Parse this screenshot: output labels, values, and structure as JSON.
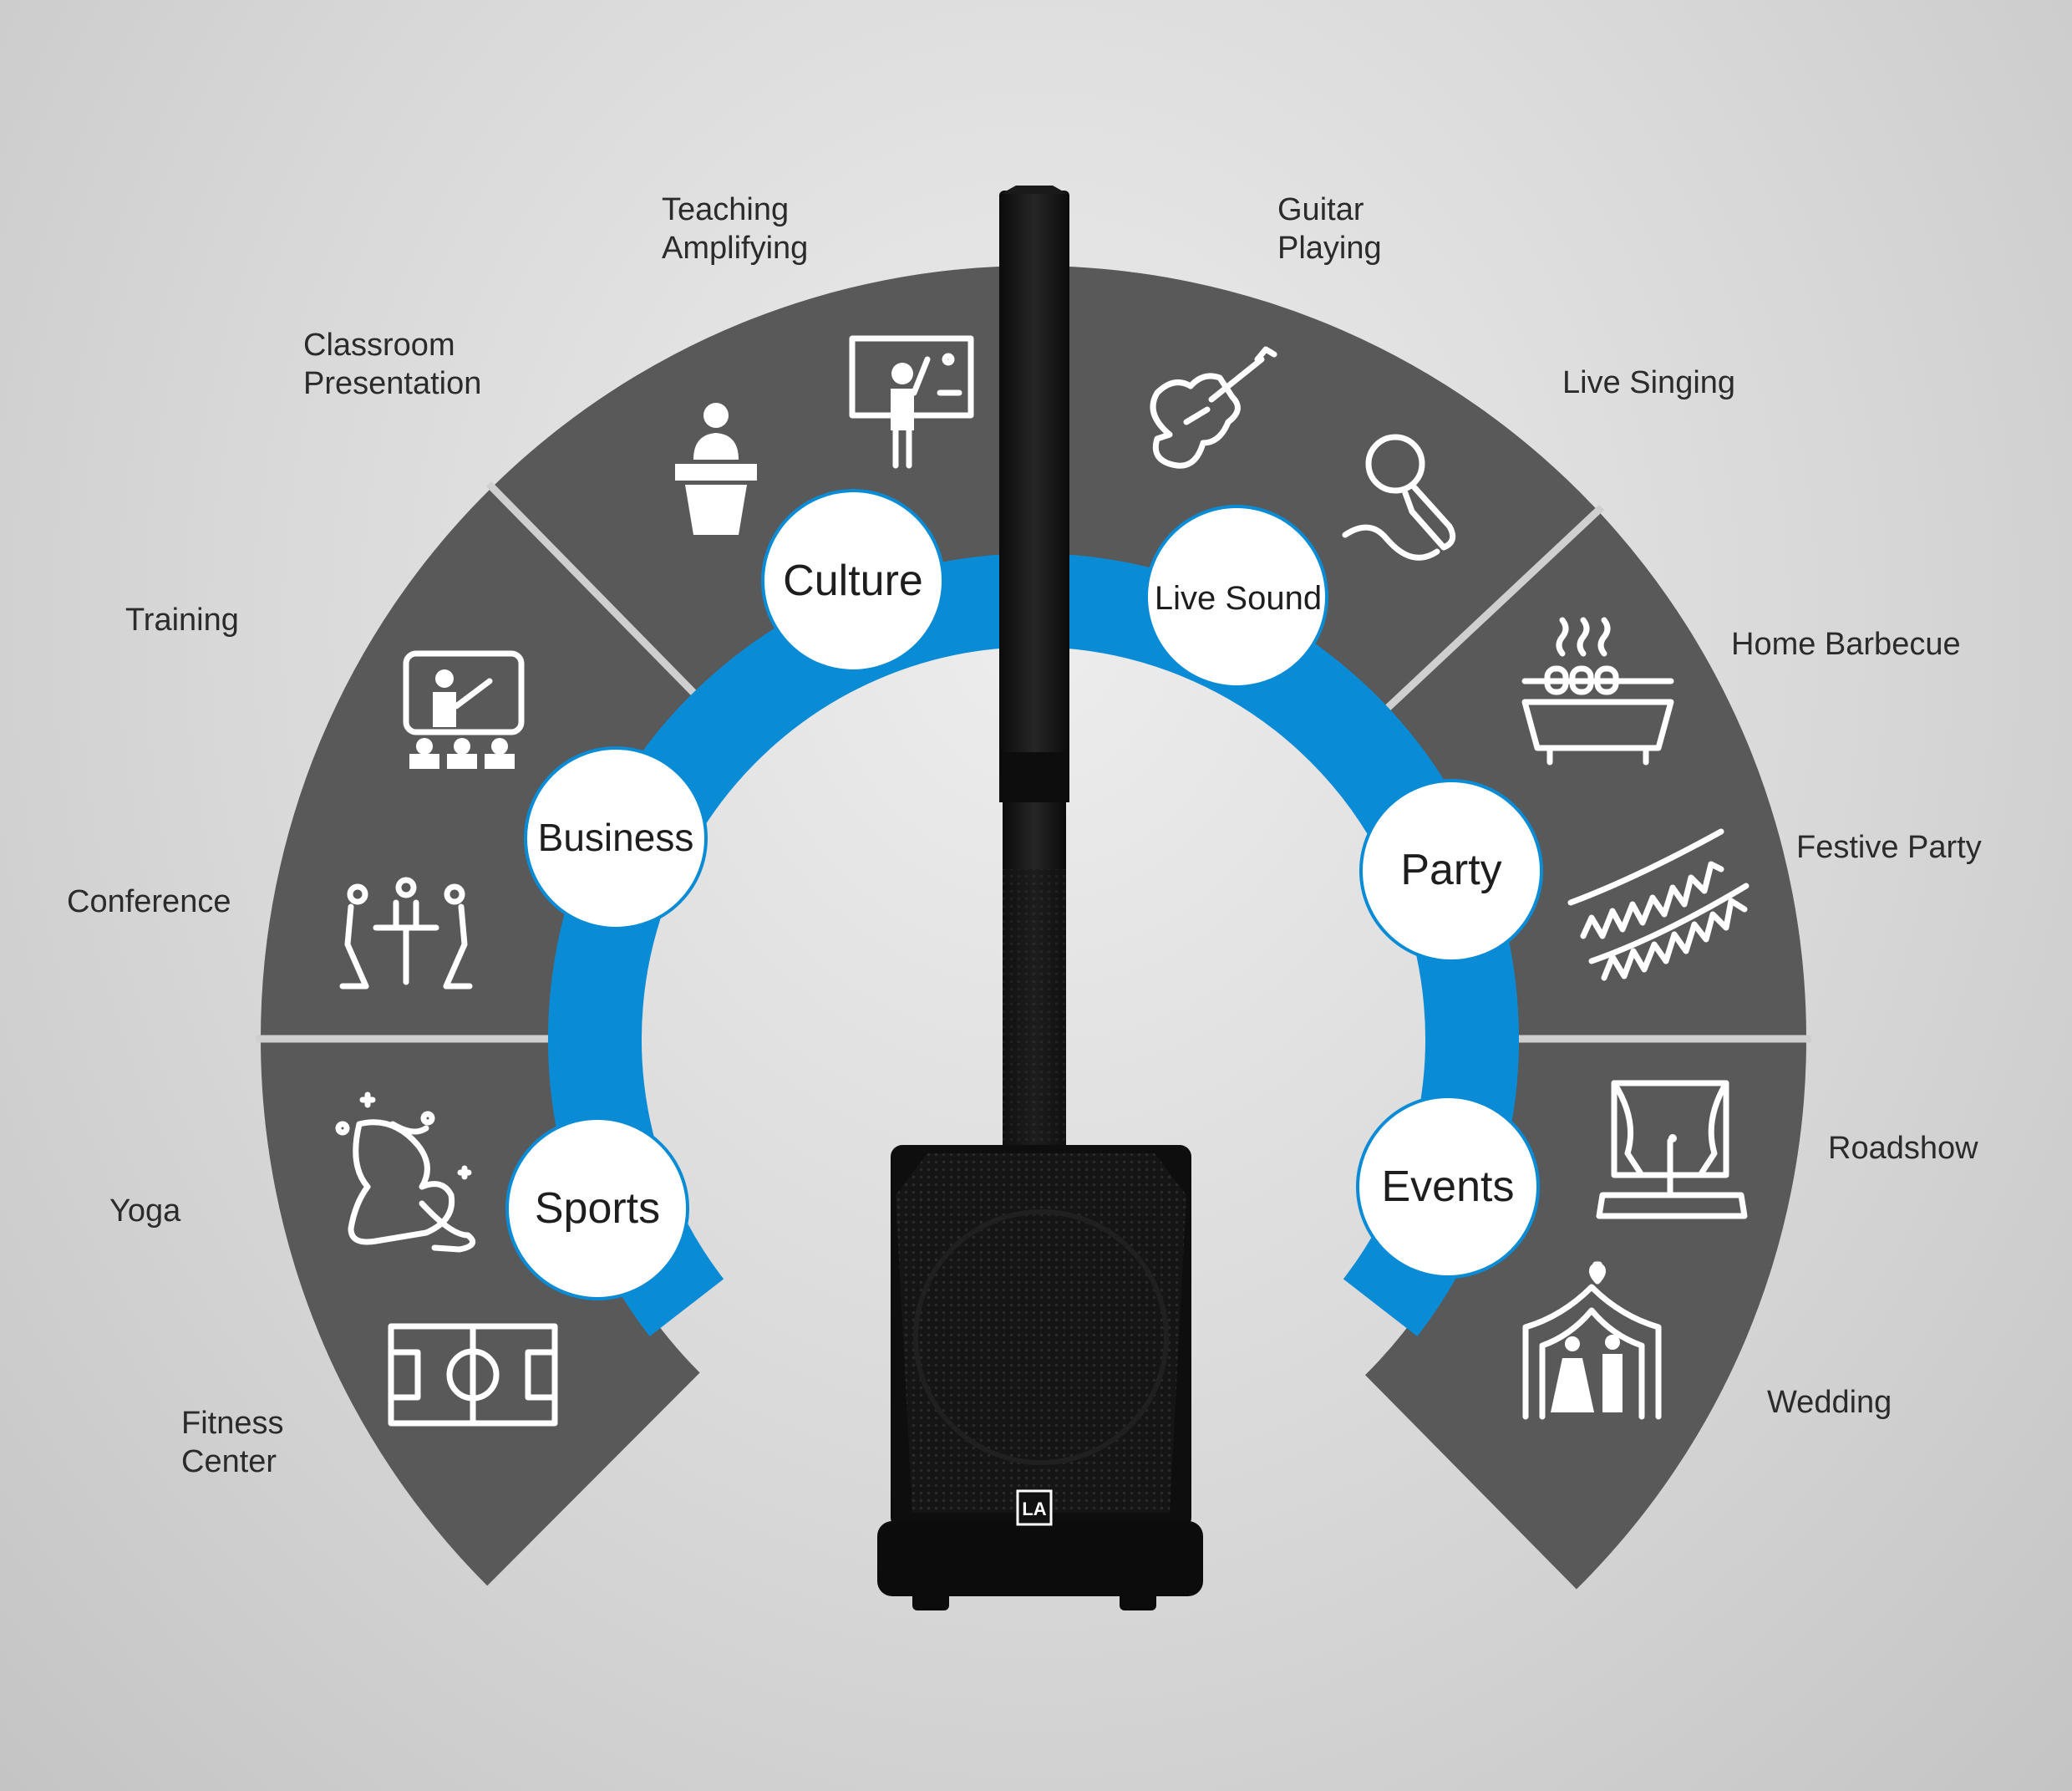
{
  "colors": {
    "wedge": "#595959",
    "ring": "#0a8bd6",
    "separator": "#cfcfcf",
    "circle_fill": "#ffffff",
    "circle_stroke": "#0a8bd6",
    "icon": "#ffffff",
    "speaker": "#121212",
    "text": "#2b2b2b"
  },
  "categories": {
    "culture": "Culture",
    "live_sound": "Live Sound",
    "business": "Business",
    "party": "Party",
    "sports": "Sports",
    "events": "Events"
  },
  "applications": {
    "teaching": "Teaching\nAmplifying",
    "classroom": "Classroom\nPresentation",
    "guitar": "Guitar\nPlaying",
    "live_singing": "Live Singing",
    "training": "Training",
    "conference": "Conference",
    "home_barbecue": "Home Barbecue",
    "festive_party": "Festive Party",
    "yoga": "Yoga",
    "fitness": "Fitness\nCenter",
    "roadshow": "Roadshow",
    "wedding": "Wedding"
  },
  "icons": {
    "podium": "podium-icon",
    "blackboard": "blackboard-teacher-icon",
    "guitar": "electric-guitar-icon",
    "microphone": "microphone-icon",
    "training": "training-screen-icon",
    "meeting": "meeting-table-icon",
    "barbecue": "barbecue-grill-icon",
    "bunting": "bunting-flags-icon",
    "yoga": "yoga-pose-icon",
    "field": "soccer-field-icon",
    "stage": "stage-curtain-icon",
    "wedding": "wedding-couple-icon",
    "logo": "LA"
  }
}
